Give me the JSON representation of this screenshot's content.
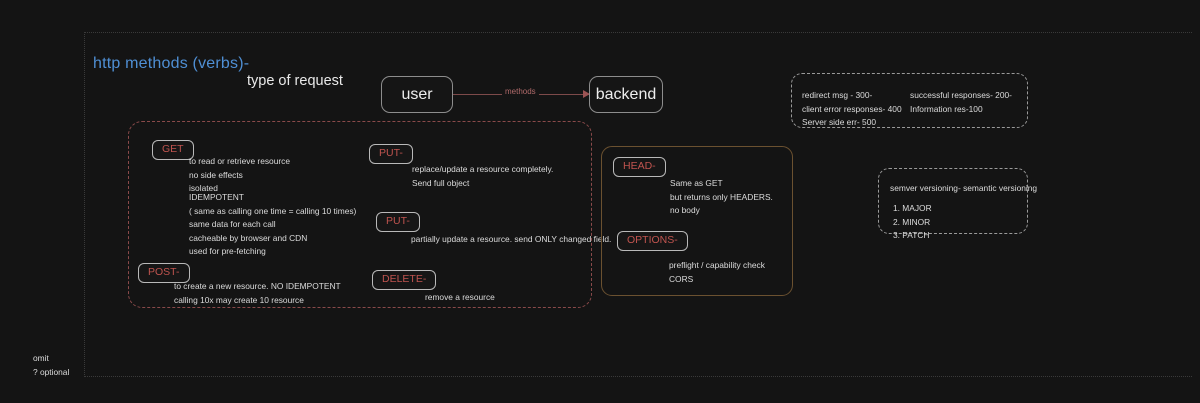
{
  "page": {
    "background": "#141414",
    "accent_blue": "#4f8fd4",
    "accent_red": "#c0544f",
    "dashed_red": "#8a4a4a",
    "solid_orange": "#6b5130"
  },
  "header": {
    "title": "http methods (verbs)-",
    "subtitle": "type of request"
  },
  "flow": {
    "source_label": "user",
    "target_label": "backend",
    "arrow_label": "methods"
  },
  "methods": {
    "get": {
      "badge": "GET",
      "line_a": "to read or retrieve resource\nno side effects\nisolated",
      "line_b": "IDEMPOTENT\n( same as calling one time = calling 10 times)",
      "line_c": "same data for each call\ncacheable by browser and CDN\nused for pre-fetching"
    },
    "post": {
      "badge": "POST-",
      "desc": "to create a new resource. NO IDEMPOTENT\ncalling 10x may create 10 resource"
    },
    "put": {
      "badge": "PUT-",
      "desc": "replace/update a resource completely.\nSend full object"
    },
    "patch": {
      "badge": "PUT-",
      "desc": "partially update a resource. send ONLY changed field."
    },
    "delete": {
      "badge": "DELETE-",
      "desc": "remove a resource"
    },
    "head": {
      "badge": "HEAD-",
      "desc": "Same as GET\nbut returns  only HEADERS.\nno body"
    },
    "options": {
      "badge": "OPTIONS-",
      "desc": "preflight / capability check\nCORS"
    }
  },
  "status_codes": {
    "column_left": "redirect msg - 300-\nclient error responses- 400\nServer side err- 500",
    "column_right": "successful responses- 200-\nInformation res-100"
  },
  "semver": {
    "title": "semver versioning- semantic versioning",
    "items": "1. MAJOR\n2. MINOR\n3. PATCH"
  },
  "footer": {
    "note": "omit\n? optional"
  }
}
